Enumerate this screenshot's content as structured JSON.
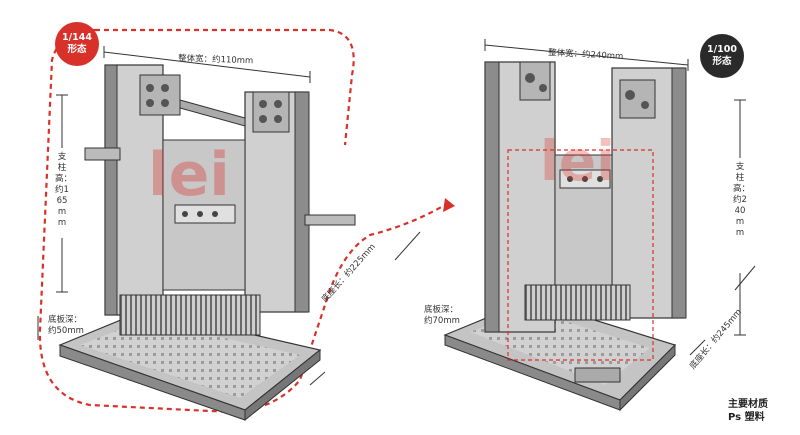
{
  "left_model": {
    "scale_badge": {
      "line1": "1/144",
      "line2": "形态"
    },
    "overall_width": "整体宽：约110mm",
    "pillar_height": "支柱高：约165mm",
    "base_depth": {
      "line1": "底板深：",
      "line2": "约50mm"
    },
    "base_length": "底座长：约225mm"
  },
  "right_model": {
    "scale_badge": {
      "line1": "1/100",
      "line2": "形态"
    },
    "overall_width": "整体宽：约240mm",
    "pillar_height": "支柱高：约240mm",
    "base_depth": {
      "line1": "底板深：",
      "line2": "约70mm"
    },
    "base_length": "底座长：约245mm"
  },
  "material": {
    "line1": "主要材质",
    "line2": "Ps 塑料"
  },
  "colors": {
    "red_badge": "#d8312a",
    "dark_badge": "#2a2a2a",
    "dashed_outline": "#d8312a"
  },
  "icons": [
    "dimension-arrow-icon",
    "watermark-logo"
  ]
}
